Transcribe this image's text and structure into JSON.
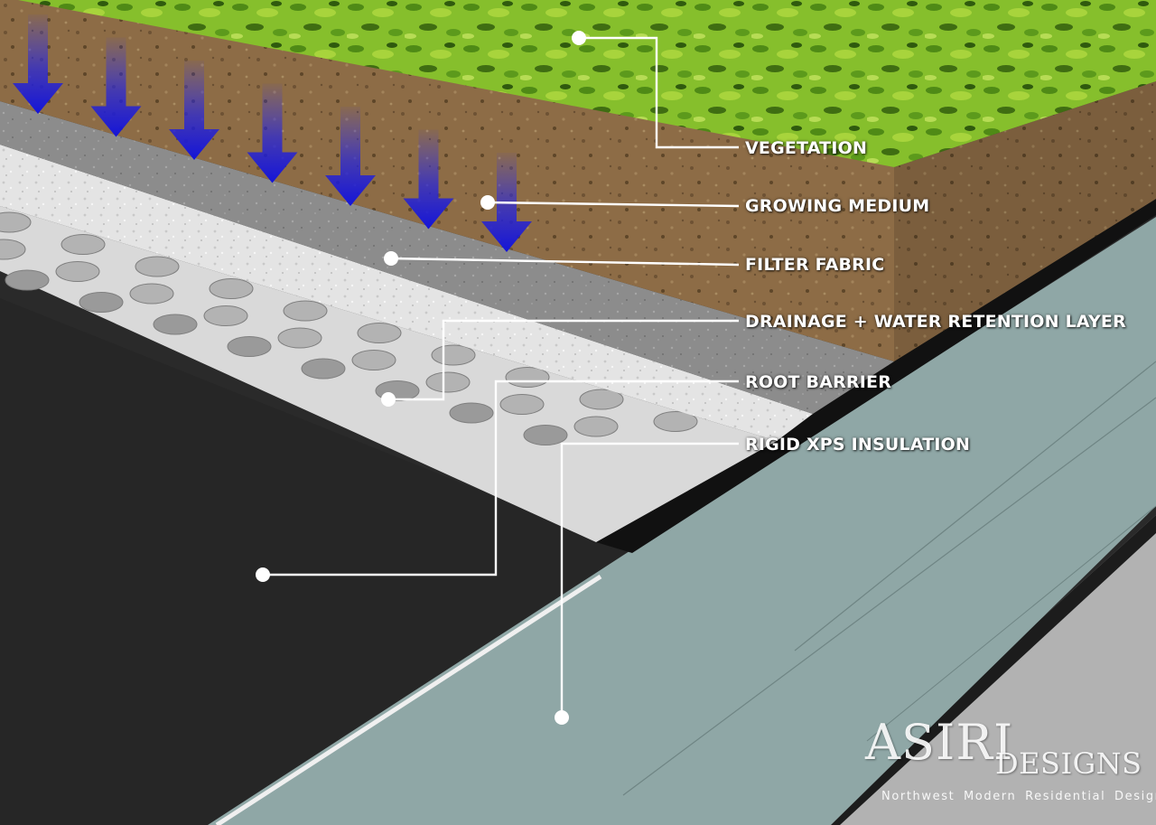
{
  "layers": [
    {
      "id": "vegetation",
      "label": "VEGETATION"
    },
    {
      "id": "growing-medium",
      "label": "GROWING MEDIUM"
    },
    {
      "id": "filter-fabric",
      "label": "FILTER FABRIC"
    },
    {
      "id": "drainage",
      "label": "DRAINAGE + WATER RETENTION LAYER"
    },
    {
      "id": "root-barrier",
      "label": "ROOT BARRIER"
    },
    {
      "id": "insulation",
      "label": "RIGID XPS INSULATION"
    }
  ],
  "brand": {
    "name": "ASIRI",
    "sub": "DESIGNS",
    "tagline": "Northwest Modern Residential Design"
  },
  "colors": {
    "vegetation": "#7cb526",
    "vegetation_dark": "#3f6d12",
    "soil": "#8a6a45",
    "filter_fabric": "#8f8f8f",
    "drainage_mat": "#e6e6e6",
    "drainage_cups": "#a9a9a9",
    "root_barrier": "#262626",
    "insulation": "#8fa7a6",
    "arrow": "#1a1ad6",
    "callout": "#ffffff"
  },
  "rain_arrow_count": 7
}
